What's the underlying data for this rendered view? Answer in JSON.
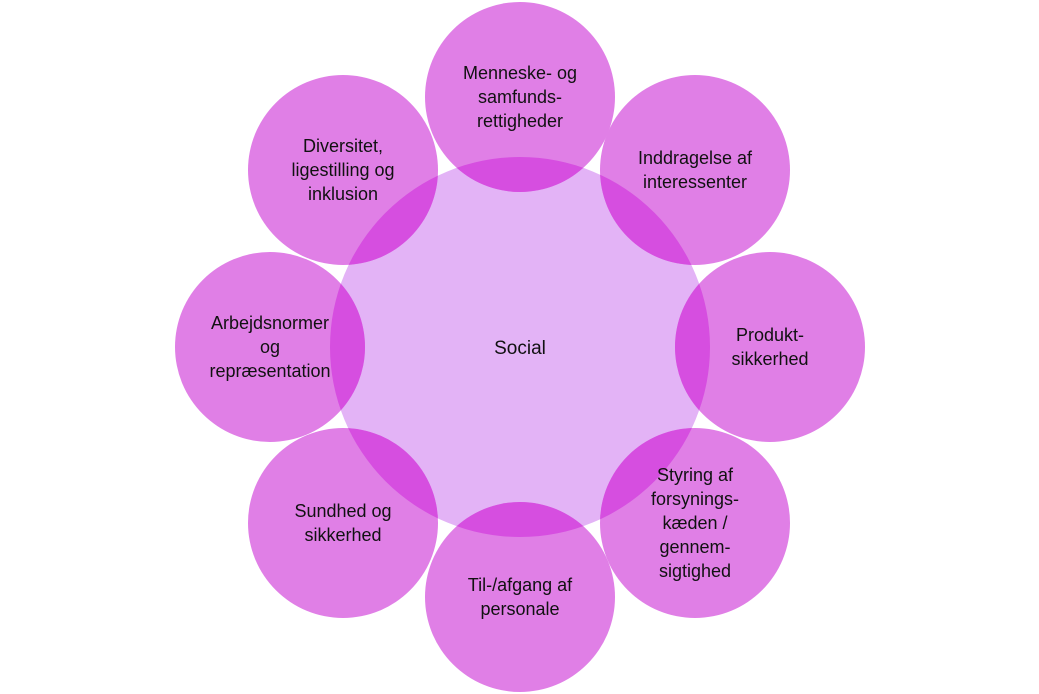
{
  "diagram": {
    "center": {
      "label": "Social"
    },
    "nodes": [
      {
        "id": "rights",
        "lines": [
          "Menneske- og",
          "samfunds-",
          "rettigheder"
        ]
      },
      {
        "id": "stakeholders",
        "lines": [
          "Inddragelse af",
          "interessenter"
        ]
      },
      {
        "id": "product-safety",
        "lines": [
          "Produkt-",
          "sikkerhed"
        ]
      },
      {
        "id": "supply-chain",
        "lines": [
          "Styring af",
          "forsynings-",
          "kæden /",
          "gennem-",
          "sigtighed"
        ]
      },
      {
        "id": "staff-turnover",
        "lines": [
          "Til-/afgang af",
          "personale"
        ]
      },
      {
        "id": "health-safety",
        "lines": [
          "Sundhed og",
          "sikkerhed"
        ]
      },
      {
        "id": "labour",
        "lines": [
          "Arbejdsnormer",
          "og",
          "repræsentation"
        ]
      },
      {
        "id": "diversity",
        "lines": [
          "Diversitet,",
          "ligestilling og",
          "inklusion"
        ]
      }
    ]
  },
  "colors": {
    "center_fill": "#e3b3f6",
    "outer_fill": "#e07fe6",
    "overlap_fill": "#d64ee0"
  }
}
